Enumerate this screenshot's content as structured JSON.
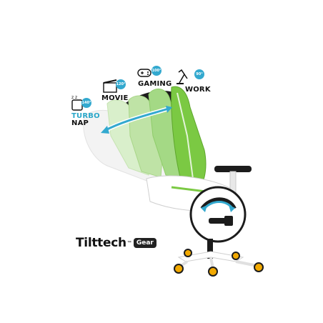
{
  "modes": [
    {
      "id": "turbo-nap",
      "line1": "TURBO",
      "line2": "NAP",
      "angle": "140°",
      "icon": "sleep-icon"
    },
    {
      "id": "movie",
      "label": "MOVIE",
      "angle": "120°",
      "icon": "clapperboard-icon"
    },
    {
      "id": "gaming",
      "label": "GAMING",
      "angle": "100°",
      "icon": "gamepad-icon"
    },
    {
      "id": "work",
      "label": "WORK",
      "angle": "90°",
      "icon": "desk-lamp-icon"
    }
  ],
  "brand": {
    "name": "Tilttech",
    "tm": "™",
    "tag": "Gear"
  },
  "sleep_glyph": "z z",
  "colors": {
    "accent": "#33a9cf",
    "green": "#7bc943",
    "dark": "#1c1c1c",
    "caster": "#f2a900"
  }
}
